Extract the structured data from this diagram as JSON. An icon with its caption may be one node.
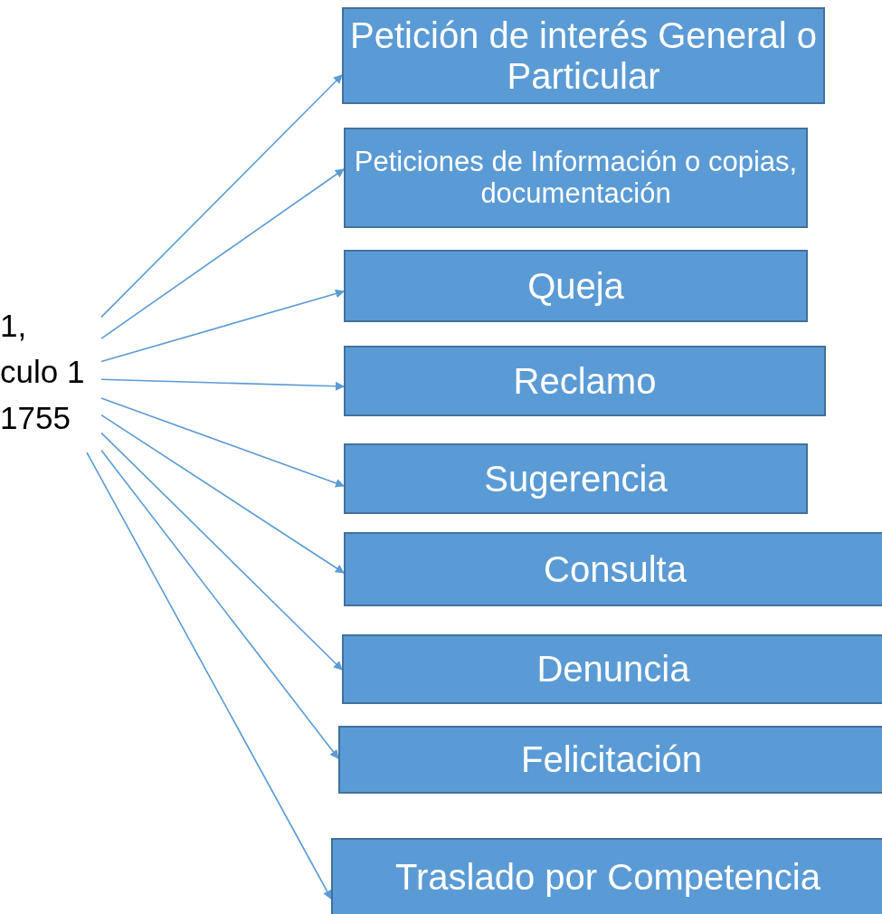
{
  "diagram": {
    "nodes": [
      {
        "text": [
          "1, culo 1 1755"
        ]
      },
      {
        "text": [
          "Petición de interés General o Particular"
        ]
      },
      {
        "text": [
          "Peticiones de Información o copias, documentación"
        ]
      },
      {
        "text": [
          "Queja"
        ]
      },
      {
        "text": [
          "Reclamo"
        ]
      },
      {
        "text": [
          "Sugerencia"
        ]
      },
      {
        "text": [
          "Consulta"
        ]
      },
      {
        "text": [
          "Denuncia"
        ]
      },
      {
        "text": [
          "Felicitación"
        ]
      },
      {
        "text": [
          "Traslado por Competencia"
        ]
      }
    ],
    "edges": [
      {
        "from": 0,
        "to": 1,
        "arrow": "to"
      },
      {
        "from": 0,
        "to": 2,
        "arrow": "to"
      },
      {
        "from": 0,
        "to": 3,
        "arrow": "to"
      },
      {
        "from": 0,
        "to": 4,
        "arrow": "to"
      },
      {
        "from": 0,
        "to": 5,
        "arrow": "to"
      },
      {
        "from": 0,
        "to": 6,
        "arrow": "to"
      },
      {
        "from": 0,
        "to": 7,
        "arrow": "to"
      },
      {
        "from": 0,
        "to": 8,
        "arrow": "to"
      },
      {
        "from": 0,
        "to": 9,
        "arrow": "to"
      }
    ]
  }
}
